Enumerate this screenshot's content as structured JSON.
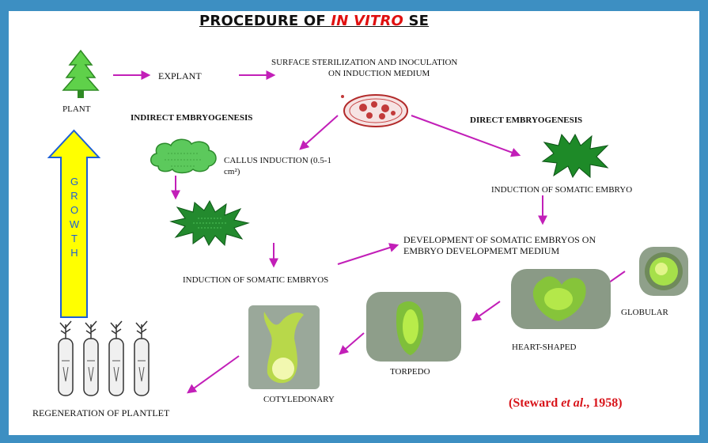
{
  "title": {
    "prefix": "PROCEDURE OF ",
    "emphasis": "IN VITRO",
    "suffix": " SE"
  },
  "labels": {
    "plant": "PLANT",
    "explant": "EXPLANT",
    "surface_line1": "SURFACE STERILIZATION AND INOCULATION",
    "surface_line2": "ON INDUCTION MEDIUM",
    "indirect": "INDIRECT EMBRYOGENESIS",
    "direct": "DIRECT EMBRYOGENESIS",
    "callus_line1": "CALLUS INDUCTION (0.5-1",
    "callus_line2": "cm²)",
    "induction_somatic_embryo": "INDUCTION OF SOMATIC EMBRYO",
    "development_line1": "DEVELOPMENT OF SOMATIC EMBRYOS ON",
    "development_line2": "EMBRYO DEVELOPMEMT MEDIUM",
    "induction_somatic_embryos": "INDUCTION OF SOMATIC EMBRYOS",
    "globular": "GLOBULAR",
    "heart_shaped": "HEART-SHAPED",
    "torpedo": "TORPEDO",
    "cotyledonary": "COTYLEDONARY",
    "regeneration": "REGENERATION OF PLANTLET"
  },
  "growth_letters": [
    "G",
    "R",
    "O",
    "W",
    "T",
    "H"
  ],
  "citation": {
    "prefix": "(Steward ",
    "italic": "et al",
    "suffix": "., 1958)"
  },
  "colors": {
    "frame": "#3d8fc2",
    "arrow": "#c21fb8",
    "title_emphasis": "#e01010",
    "citation": "#d8141a",
    "growth_fill": "#ffff00",
    "growth_text": "#1c5fd6",
    "embryo_green": "#1f8a2a"
  }
}
